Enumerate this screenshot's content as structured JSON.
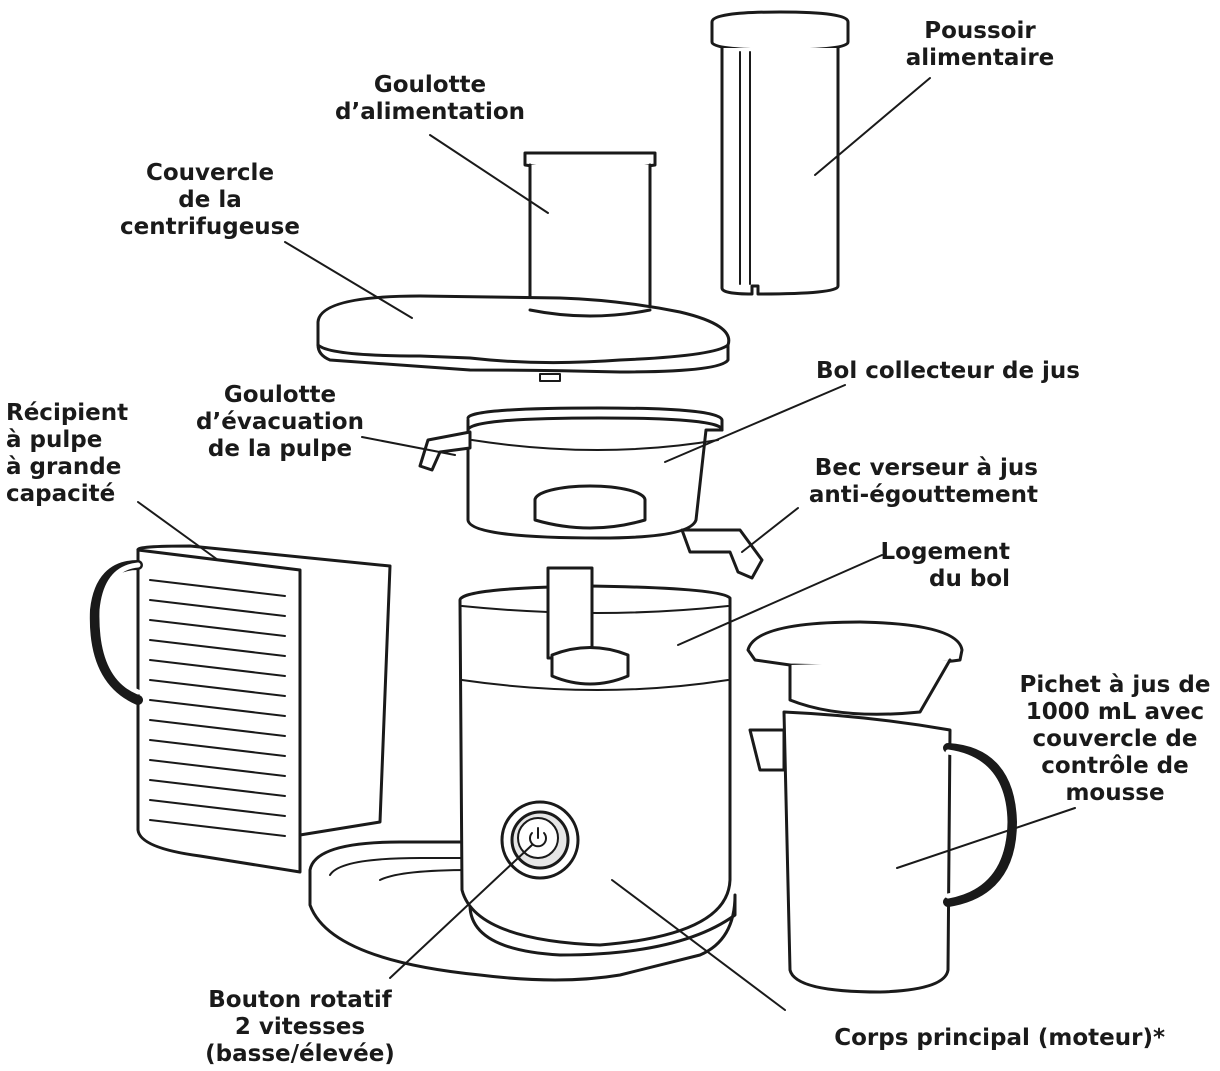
{
  "labels": {
    "food_pusher": "Poussoir\nalimentaire",
    "feed_chute": "Goulotte\nd’alimentation",
    "juicer_lid": "Couvercle\nde la\ncentrifugeuse",
    "pulp_container": "Récipient\nà pulpe\nà grande\ncapacité",
    "pulp_chute": "Goulotte\nd’évacuation\nde la pulpe",
    "juice_bowl": "Bol collecteur de jus",
    "juice_spout": "Bec verseur à jus\nanti-égouttement",
    "bowl_housing": "Logement\ndu bol",
    "juice_pitcher": "Pichet à jus de\n1000 mL avec\ncouvercle de\ncontrôle de\nmousse",
    "speed_dial": "Bouton rotatif\n2 vitesses\n(basse/élevée)",
    "motor_base": "Corps principal (moteur)*"
  },
  "colors": {
    "line": "#1a1a1a",
    "fill": "#ffffff",
    "shade": "#e6e6e6"
  },
  "icons": {
    "power": "power-icon"
  }
}
